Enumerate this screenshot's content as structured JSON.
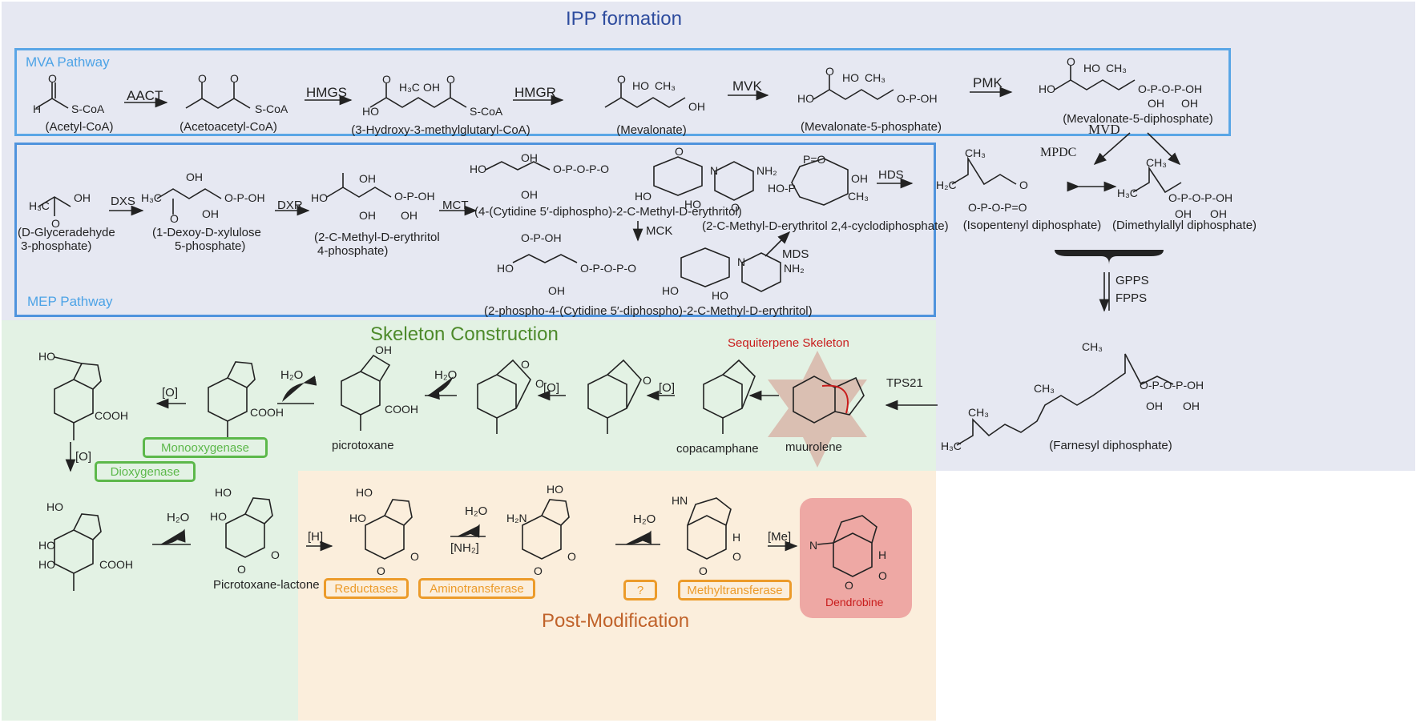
{
  "colors": {
    "ipp_bg": "#e6e8f2",
    "mva_border": "#5aa6e6",
    "mep_border": "#4f93dd",
    "pathway_label": "#4da3e6",
    "ipp_title": "#2e4c9e",
    "skeleton_bg": "#e3f2e4",
    "skeleton_title": "#4d8a2a",
    "post_bg": "#fbeedc",
    "post_title": "#c0622a",
    "green_box": "#5cb84a",
    "orange_box": "#ec9b2a",
    "red_text": "#c81c1c",
    "dendrobine_bg": "#eea8a4",
    "star_fill": "#d6aa9c"
  },
  "titles": {
    "ipp": "IPP formation",
    "mva": "MVA Pathway",
    "mep": "MEP Pathway",
    "skeleton": "Skeleton Construction",
    "post": "Post-Modification",
    "sesquiterpene": "Sequiterpene Skeleton"
  },
  "mva": {
    "compounds": [
      "(Acetyl-CoA)",
      "(Acetoacetyl-CoA)",
      "(3-Hydroxy-3-methylglutaryl-CoA)",
      "(Mevalonate)",
      "(Mevalonate-5-phosphate)",
      "(Mevalonate-5-diphosphate)"
    ],
    "enzymes": [
      "AACT",
      "HMGS",
      "HMGR",
      "MVK",
      "PMK",
      "MVD"
    ]
  },
  "mep": {
    "compounds": [
      "(D-Glyceradehyde",
      "3-phosphate)",
      "(1-Dexoy-D-xylulose",
      "5-phosphate)",
      "(2-C-Methyl-D-erythritol",
      "4-phosphate)",
      "(4-(Cytidine 5′-diphospho)-2-C-Methyl-D-erythritol)",
      "(2-phospho-4-(Cytidine 5′-diphospho)-2-C-Methyl-D-erythritol)",
      "(2-C-Methyl-D-erythritol 2,4-cyclodiphosphate)"
    ],
    "enzymes": [
      "DXS",
      "DXR",
      "MCT",
      "MCK",
      "MDS",
      "HDS"
    ]
  },
  "ipp_right": {
    "enzymes": [
      "MPDC",
      "GPPS",
      "FPPS"
    ],
    "compounds": [
      "(Isopentenyl diphosphate)",
      "(Dimethylallyl diphosphate)",
      "(Farnesyl diphosphate)"
    ]
  },
  "skeleton": {
    "compounds": [
      "muurolene",
      "copacamphane",
      "picrotoxane"
    ],
    "enzymes": [
      "TPS21",
      "[O]",
      "[O]",
      "[O]",
      "[O]"
    ],
    "water": "H₂O",
    "boxes": [
      "Monooxygenase",
      "Dioxygenase"
    ]
  },
  "post": {
    "compounds": [
      "Picrotoxane-lactone",
      "Dendrobine"
    ],
    "reagents": [
      "[H]",
      "[NH₂]",
      "[Me]"
    ],
    "boxes": [
      "Reductases",
      "Aminotransferase",
      "?",
      "Methyltransferase"
    ]
  }
}
